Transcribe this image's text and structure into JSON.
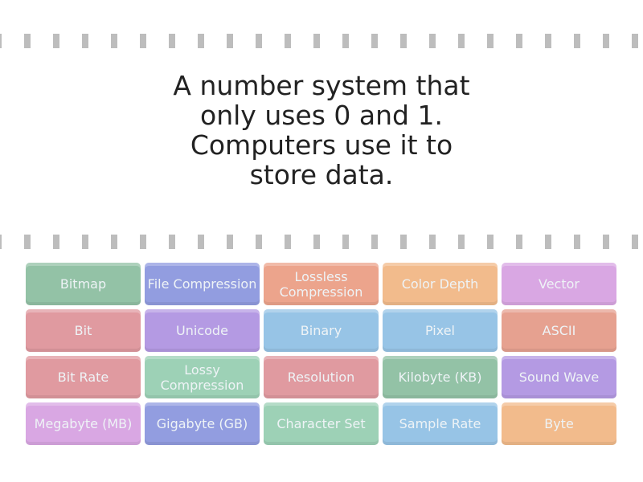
{
  "question": "A number system that only uses 0 and 1. Computers use it to store data.",
  "tiles": [
    {
      "label": "Bitmap",
      "color": "#93c2a6"
    },
    {
      "label": "File Compression",
      "color": "#929de0"
    },
    {
      "label": "Lossless Compression",
      "color": "#eca48c"
    },
    {
      "label": "Color Depth",
      "color": "#f2bb8c"
    },
    {
      "label": "Vector",
      "color": "#d9a7e3"
    },
    {
      "label": "Bit",
      "color": "#e09aa0"
    },
    {
      "label": "Unicode",
      "color": "#b49ae3"
    },
    {
      "label": "Binary",
      "color": "#97c4e6"
    },
    {
      "label": "Pixel",
      "color": "#97c4e6"
    },
    {
      "label": "ASCII",
      "color": "#e6a190"
    },
    {
      "label": "Bit Rate",
      "color": "#e09aa0"
    },
    {
      "label": "Lossy Compression",
      "color": "#9dd1b6"
    },
    {
      "label": "Resolution",
      "color": "#e09aa0"
    },
    {
      "label": "Kilobyte (KB)",
      "color": "#93c2a6"
    },
    {
      "label": "Sound Wave",
      "color": "#b49ae3"
    },
    {
      "label": "Megabyte (MB)",
      "color": "#d9a7e3"
    },
    {
      "label": "Gigabyte (GB)",
      "color": "#929de0"
    },
    {
      "label": "Character Set",
      "color": "#9dd1b6"
    },
    {
      "label": "Sample Rate",
      "color": "#97c4e6"
    },
    {
      "label": "Byte",
      "color": "#f2bb8c"
    }
  ]
}
